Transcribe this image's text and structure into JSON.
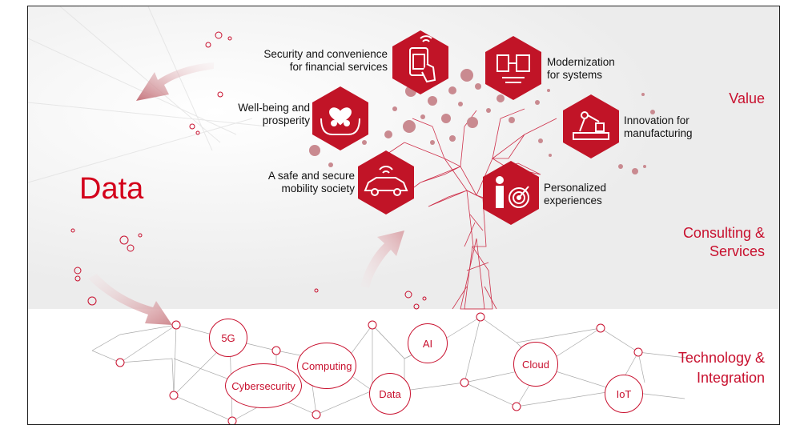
{
  "left_label": "Data",
  "tiers": {
    "value": "Value",
    "consulting_line1": "Consulting &",
    "consulting_line2": "Services",
    "technology_line1": "Technology &",
    "technology_line2": "Integration"
  },
  "value_items": {
    "financial_line1": "Security and convenience",
    "financial_line2": "for financial services",
    "modernization_line1": "Modernization",
    "modernization_line2": "for systems",
    "wellbeing_line1": "Well-being and",
    "wellbeing_line2": "prosperity",
    "manufacturing_line1": "Innovation for",
    "manufacturing_line2": "manufacturing",
    "mobility_line1": "A safe and secure",
    "mobility_line2": "mobility society",
    "personalized_line1": "Personalized",
    "personalized_line2": "experiences"
  },
  "technologies": {
    "t5g": "5G",
    "cybersecurity": "Cybersecurity",
    "computing": "Computing",
    "data": "Data",
    "ai": "AI",
    "cloud": "Cloud",
    "iot": "IoT"
  },
  "icons": [
    "wallet-phone-icon",
    "system-migration-icon",
    "heart-hands-icon",
    "robot-arm-icon",
    "connected-car-icon",
    "target-person-icon"
  ],
  "colors": {
    "accent": "#c8102e",
    "hex_fill": "#c11427",
    "dot": "#c98a90"
  }
}
